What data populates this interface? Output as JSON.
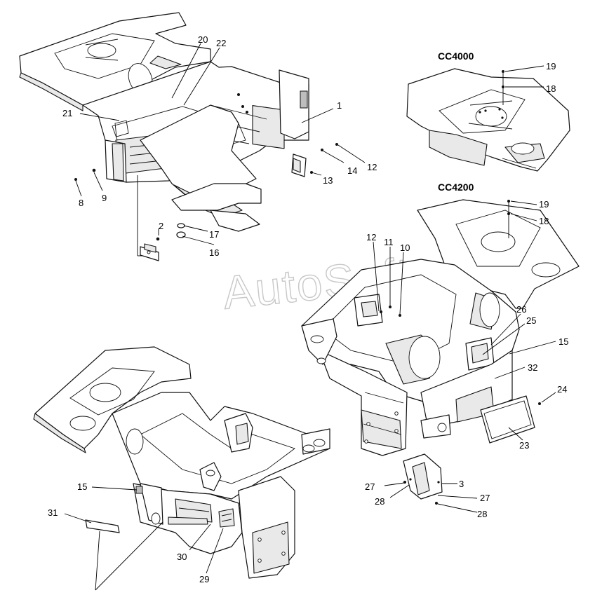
{
  "models": {
    "cc4000": "CC4000",
    "cc4200": "CC4200"
  },
  "watermark": "AutoSoft",
  "callouts": {
    "c1": "1",
    "c2": "2",
    "c8": "8",
    "c9": "9",
    "c12a": "12",
    "c13": "13",
    "c14": "14",
    "c16": "16",
    "c17": "17",
    "c20": "20",
    "c21": "21",
    "c22": "22",
    "c19a": "19",
    "c18a": "18",
    "c19b": "19",
    "c18b": "18",
    "c12b": "12",
    "c11": "11",
    "c10": "10",
    "c26": "26",
    "c25": "25",
    "c15a": "15",
    "c32": "32",
    "c24": "24",
    "c23": "23",
    "c27a": "27",
    "c28a": "28",
    "c3": "3",
    "c27b": "27",
    "c28b": "28",
    "c15b": "15",
    "c31": "31",
    "c30": "30",
    "c29": "29"
  }
}
